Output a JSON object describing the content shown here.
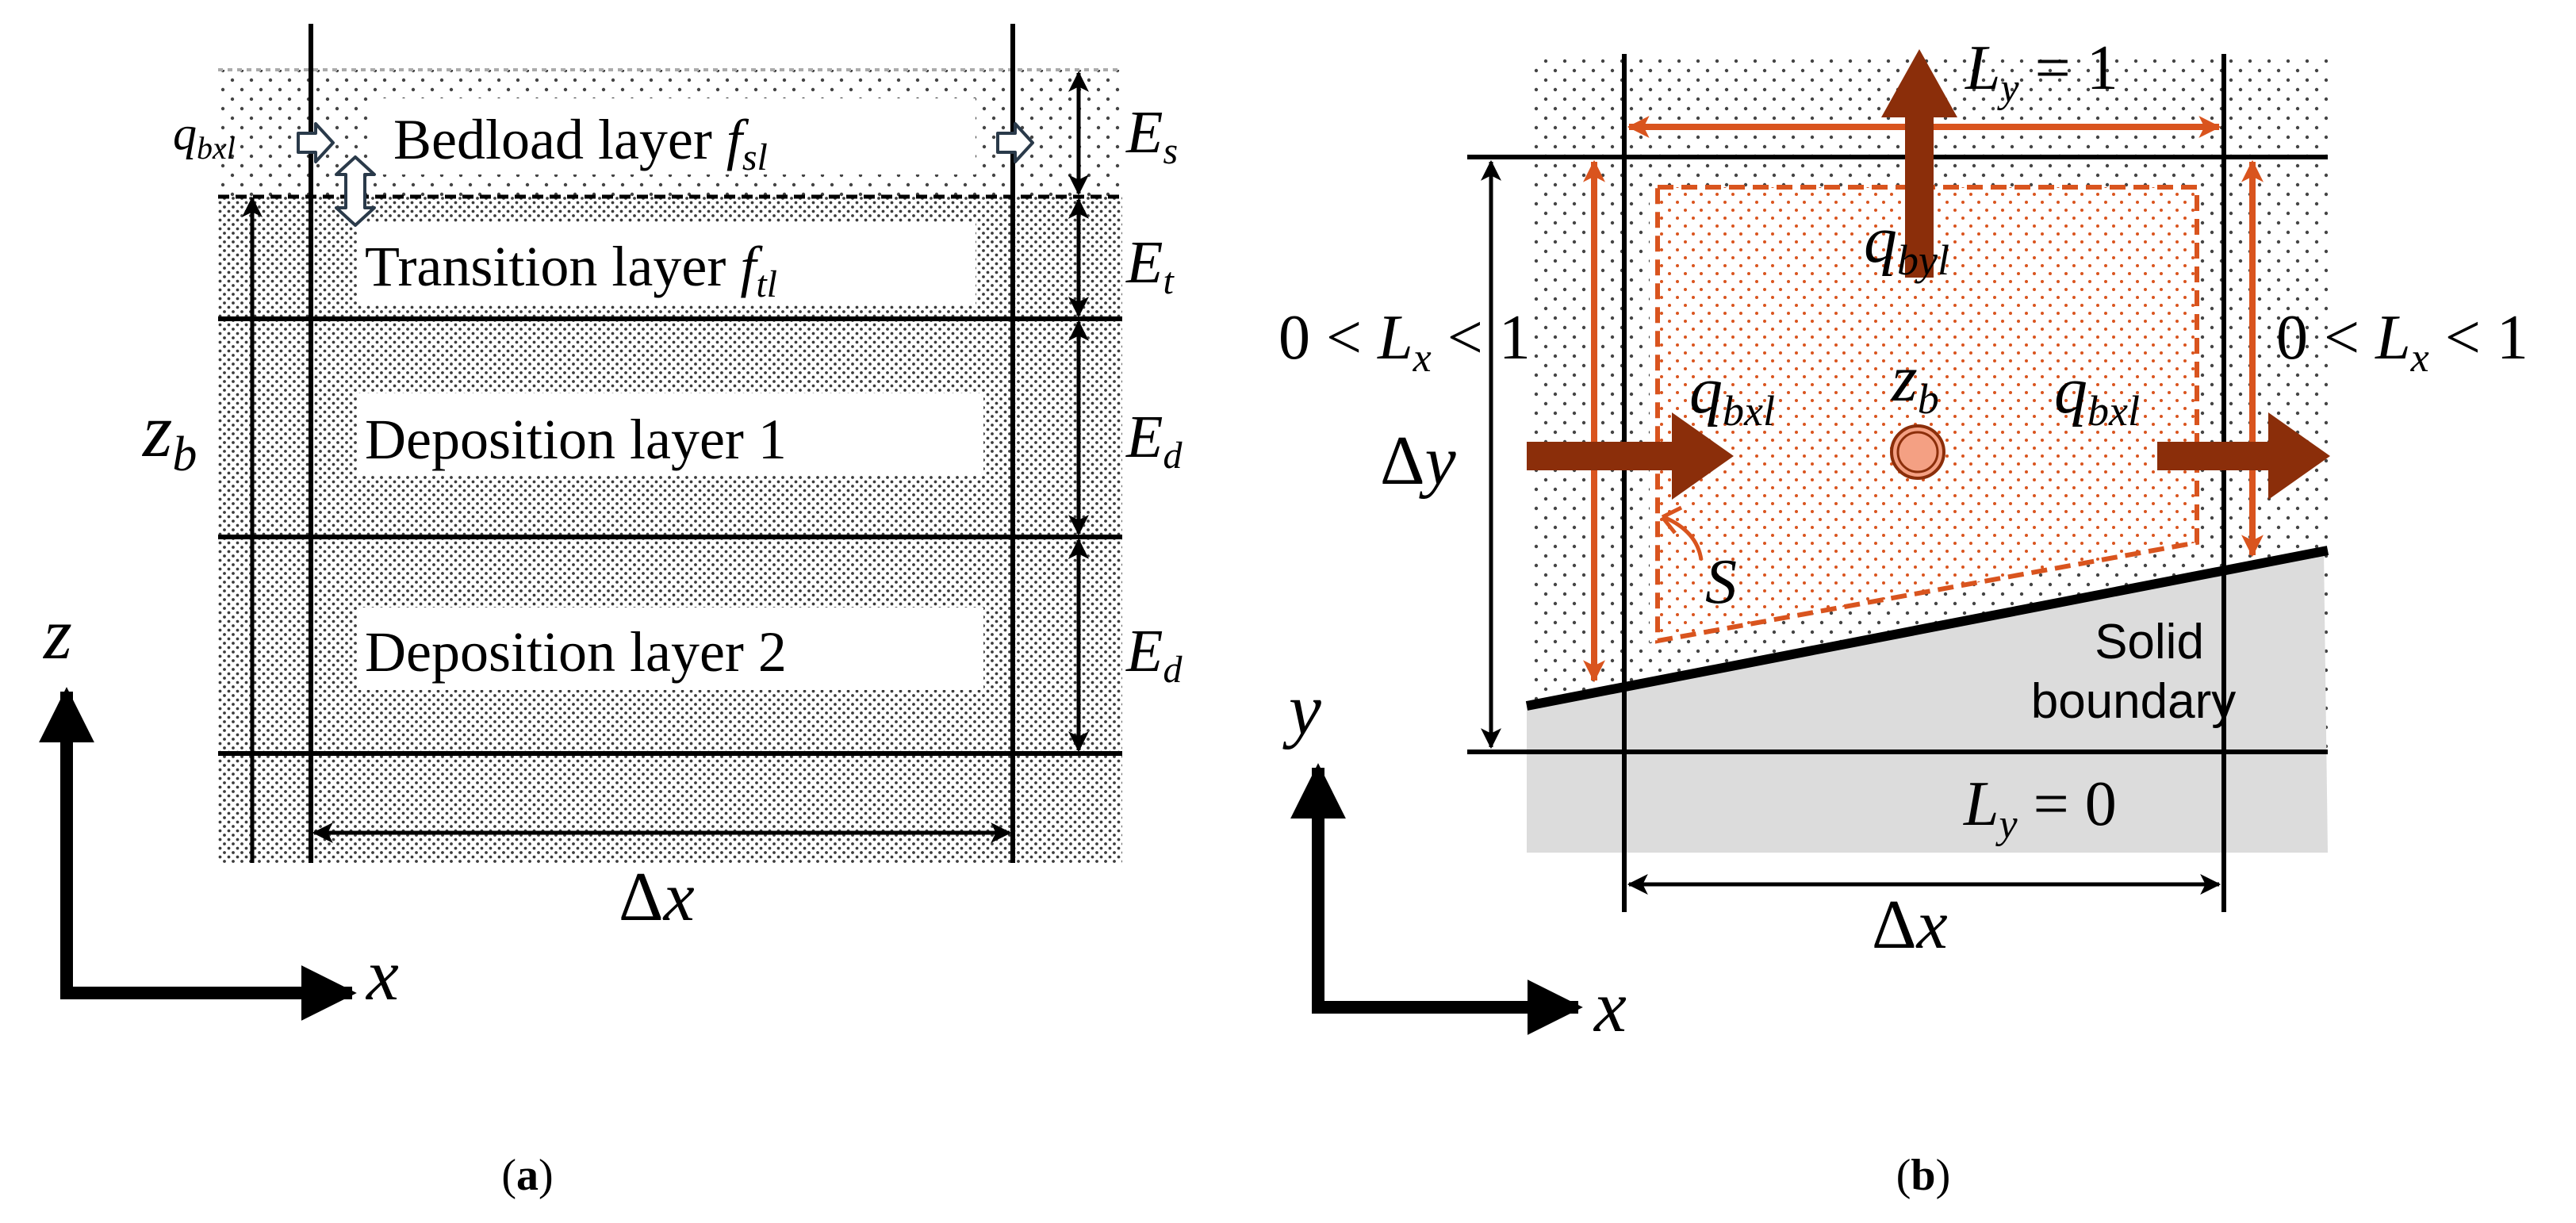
{
  "panel_a": {
    "caption_open": "(",
    "caption_letter": "a",
    "caption_close": ")",
    "layers": [
      {
        "label": "Bedload layer ",
        "var": "f",
        "sub": "sl"
      },
      {
        "label": "Transition layer ",
        "var": "f",
        "sub": "tl"
      },
      {
        "label": "Deposition layer 1"
      },
      {
        "label": "Deposition layer 2"
      }
    ],
    "thickness": [
      {
        "var": "E",
        "sub": "s"
      },
      {
        "var": "E",
        "sub": "t"
      },
      {
        "var": "E",
        "sub": "d"
      },
      {
        "var": "E",
        "sub": "d"
      }
    ],
    "flux": {
      "var": "q",
      "sub": "bxl"
    },
    "bed": {
      "var": "z",
      "sub": "b"
    },
    "width": {
      "sym": "Δ",
      "var": "x"
    },
    "axes": {
      "vertical": "z",
      "horizontal": "x"
    }
  },
  "panel_b": {
    "caption_open": "(",
    "caption_letter": "b",
    "caption_close": ")",
    "top_open": {
      "var": "L",
      "sub": "y",
      "rest": " = 1"
    },
    "bottom_closed": {
      "var": "L",
      "sub": "y",
      "rest": " = 0"
    },
    "left_partial": {
      "pre": "0 < ",
      "var": "L",
      "sub": "x",
      "rest": " < 1"
    },
    "right_partial": {
      "pre": "0 < ",
      "var": "L",
      "sub": "x",
      "rest": " < 1"
    },
    "flux_y": {
      "var": "q",
      "sub": "byl"
    },
    "flux_x_left": {
      "var": "q",
      "sub": "bxl"
    },
    "flux_x_right": {
      "var": "q",
      "sub": "bxl"
    },
    "bed": {
      "var": "z",
      "sub": "b"
    },
    "area": "S",
    "height": {
      "sym": "Δ",
      "var": "y"
    },
    "width": {
      "sym": "Δ",
      "var": "x"
    },
    "solid": [
      "Solid",
      "boundary"
    ],
    "axes": {
      "vertical": "y",
      "horizontal": "x"
    }
  },
  "colors": {
    "orange": "#D9541E",
    "dark_red": "#8B2E0A",
    "solid_gray": "#DCDCDC",
    "marker_fill": "#F4A083",
    "dot": "#444444"
  }
}
